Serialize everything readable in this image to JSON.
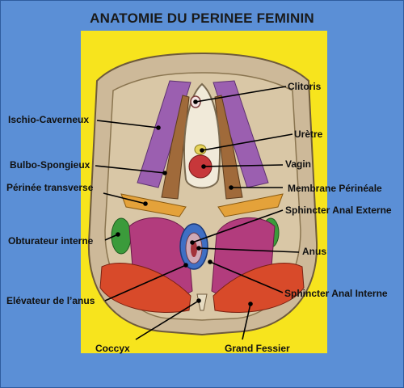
{
  "title": "ANATOMIE DU PERINEE FEMININ",
  "colors": {
    "background": "#5b8fd6",
    "panel": "#f7e41d",
    "tissue": "#cdb999",
    "ischio": "#9b5fb0",
    "bulbo": "#a06a3a",
    "transverse": "#e4a23a",
    "obturateur": "#3b9b3b",
    "levator": "#b23c7d",
    "fessier": "#d84a2a",
    "sphincter_ext": "#3f6fc4"
  },
  "labels": {
    "clitoris": "Clitoris",
    "ischio_caverneux": "Ischio-Caverneux",
    "uretre": "Urètre",
    "bulbo_spongieux": "Bulbo-Spongieux",
    "vagin": "Vagin",
    "perinee_transverse": "Périnée transverse",
    "membrane_perineale": "Membrane Périnéale",
    "sphincter_anal_externe": "Sphincter Anal Externe",
    "obturateur_interne": "Obturateur interne",
    "anus": "Anus",
    "elevateur_anus": "Elévateur de l’anus",
    "sphincter_anal_interne": "Sphincter Anal Interne",
    "coccyx": "Coccyx",
    "grand_fessier": "Grand Fessier"
  }
}
